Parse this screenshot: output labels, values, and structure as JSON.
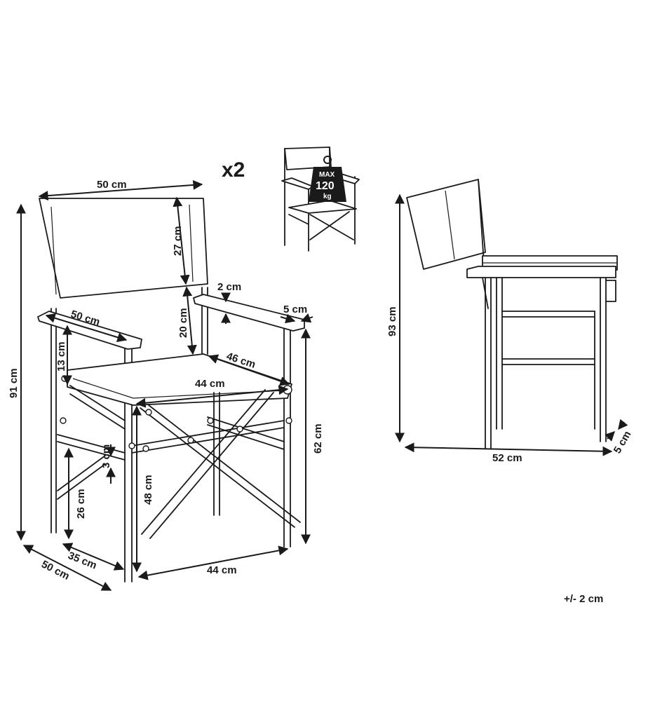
{
  "quantity_label": "x2",
  "max_load": {
    "line1": "MAX",
    "line2": "120",
    "line3": "kg"
  },
  "tolerance": "+/- 2 cm",
  "dimensions": {
    "back_width": "50 cm",
    "backrest_height": "27 cm",
    "back_gap": "20 cm",
    "total_height": "91 cm",
    "armrest_length": "50 cm",
    "armrest_thickness": "2 cm",
    "armrest_width": "5 cm",
    "armrest_above_seat": "13 cm",
    "seat_depth": "46 cm",
    "seat_width": "44 cm",
    "rail_thickness": "3 cm",
    "rail_height": "26 cm",
    "seat_height": "48 cm",
    "armrest_height": "62 cm",
    "base_depth_inner": "35 cm",
    "base_depth_outer": "50 cm",
    "base_width": "44 cm",
    "folded_height": "93 cm",
    "folded_depth": "52 cm",
    "folded_thickness": "5 cm"
  }
}
